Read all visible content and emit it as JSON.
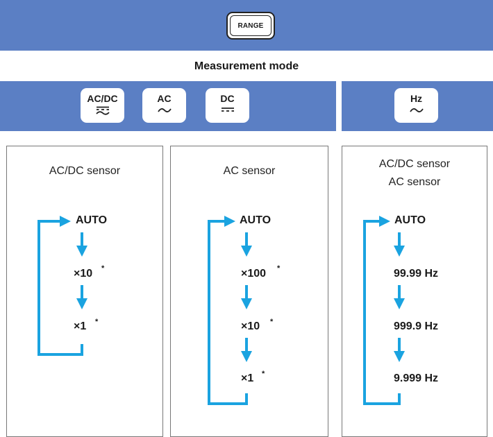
{
  "range_key": {
    "label": "RANGE"
  },
  "measurement_mode_title": "Measurement mode",
  "mode_keys": [
    {
      "label": "AC/DC",
      "symbol": "ac-dc-symbol-icon"
    },
    {
      "label": "AC",
      "symbol": "ac-wave-icon"
    },
    {
      "label": "DC",
      "symbol": "dc-line-icon"
    },
    {
      "label": "Hz",
      "symbol": "ac-wave-icon"
    }
  ],
  "panels": [
    {
      "sensor_lines": [
        "AC/DC sensor"
      ],
      "steps": [
        "AUTO",
        "×10",
        "×1"
      ]
    },
    {
      "sensor_lines": [
        "AC sensor"
      ],
      "steps": [
        "AUTO",
        "×100",
        "×10",
        "×1"
      ]
    },
    {
      "sensor_lines": [
        "AC/DC sensor",
        "AC sensor"
      ],
      "steps": [
        "AUTO",
        "99.99 Hz",
        "999.9 Hz",
        "9.999 Hz"
      ]
    }
  ],
  "footnote_mark": "*",
  "colors": {
    "band": "#5b7fc4",
    "arrow": "#1aa3e0",
    "panel_border": "#777777"
  }
}
